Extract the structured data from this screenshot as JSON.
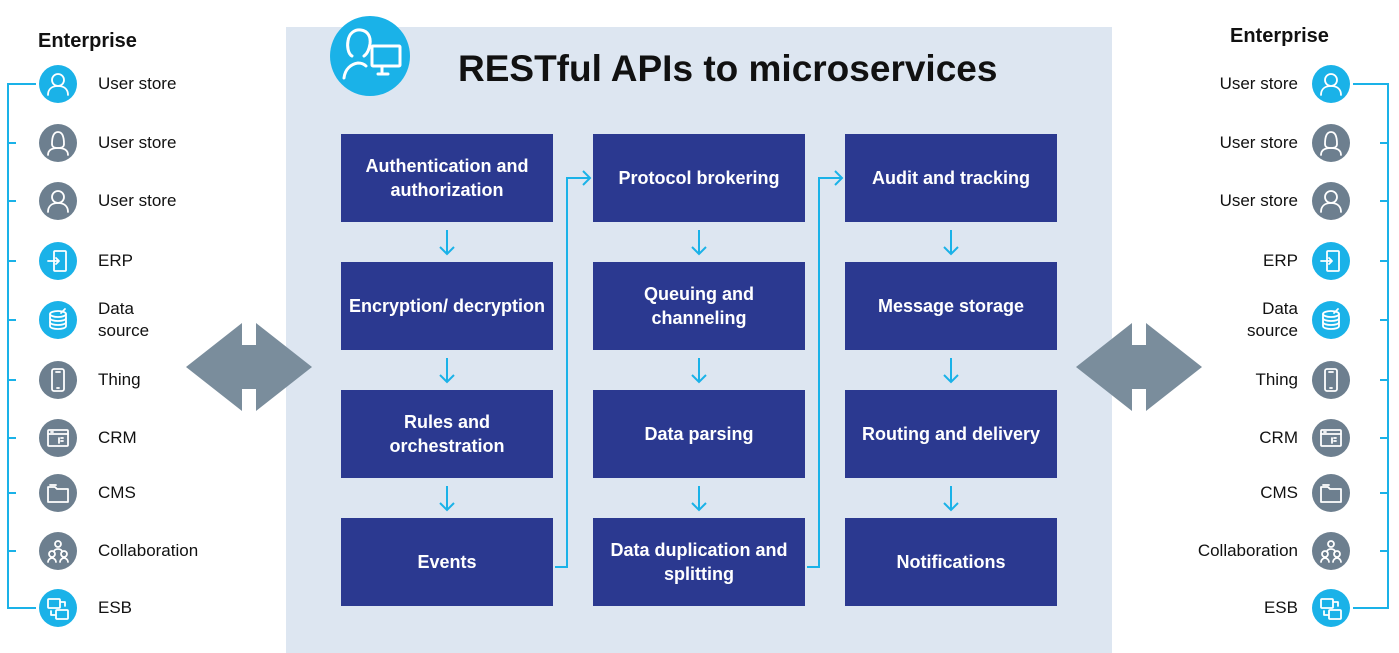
{
  "title": "RESTful APIs to microservices",
  "left": {
    "heading": "Enterprise",
    "items": [
      {
        "label": "User store",
        "icon": "user-icon",
        "color": "#1ab2e8"
      },
      {
        "label": "User store",
        "icon": "user-female-icon",
        "color": "#6d7f8f"
      },
      {
        "label": "User store",
        "icon": "user-icon",
        "color": "#6d7f8f"
      },
      {
        "label": "ERP",
        "icon": "erp-icon",
        "color": "#1ab2e8"
      },
      {
        "label": "Data\nsource",
        "icon": "database-icon",
        "color": "#1ab2e8"
      },
      {
        "label": "Thing",
        "icon": "phone-icon",
        "color": "#6d7f8f"
      },
      {
        "label": "CRM",
        "icon": "crm-icon",
        "color": "#6d7f8f"
      },
      {
        "label": "CMS",
        "icon": "folder-icon",
        "color": "#6d7f8f"
      },
      {
        "label": "Collaboration",
        "icon": "people-icon",
        "color": "#6d7f8f"
      },
      {
        "label": "ESB",
        "icon": "network-icon",
        "color": "#1ab2e8"
      }
    ]
  },
  "right": {
    "heading": "Enterprise",
    "items": [
      {
        "label": "User store",
        "icon": "user-icon",
        "color": "#1ab2e8"
      },
      {
        "label": "User store",
        "icon": "user-female-icon",
        "color": "#6d7f8f"
      },
      {
        "label": "User store",
        "icon": "user-icon",
        "color": "#6d7f8f"
      },
      {
        "label": "ERP",
        "icon": "erp-icon",
        "color": "#1ab2e8"
      },
      {
        "label": "Data\nsource",
        "icon": "database-icon",
        "color": "#1ab2e8"
      },
      {
        "label": "Thing",
        "icon": "phone-icon",
        "color": "#6d7f8f"
      },
      {
        "label": "CRM",
        "icon": "crm-icon",
        "color": "#6d7f8f"
      },
      {
        "label": "CMS",
        "icon": "folder-icon",
        "color": "#6d7f8f"
      },
      {
        "label": "Collaboration",
        "icon": "people-icon",
        "color": "#6d7f8f"
      },
      {
        "label": "ESB",
        "icon": "network-icon",
        "color": "#1ab2e8"
      }
    ]
  },
  "columns": [
    [
      "Authentication and authorization",
      "Encryption/ decryption",
      "Rules and orchestration",
      "Events"
    ],
    [
      "Protocol brokering",
      "Queuing and channeling",
      "Data parsing",
      "Data duplication and splitting"
    ],
    [
      "Audit and tracking",
      "Message storage",
      "Routing and delivery",
      "Notifications"
    ]
  ],
  "colors": {
    "box": "#2b3990",
    "panel": "#dde6f1",
    "accent": "#1ab2e8",
    "gray": "#6d7f8f",
    "arrow": "#7a8d9c"
  }
}
